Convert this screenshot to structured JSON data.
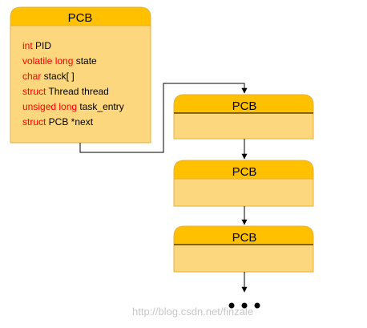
{
  "diagram": {
    "colors": {
      "header_fill": "#ffc000",
      "body_fill": "#fdd77d",
      "border": "#e5b13b",
      "arrow": "#000000",
      "keyword": "#ff0000",
      "identifier": "#000000",
      "watermark": "#c8c8c8"
    },
    "main_block": {
      "title": "PCB",
      "fields": [
        {
          "keyword": "int",
          "name": " PID"
        },
        {
          "keyword": "volatile long",
          "name": " state"
        },
        {
          "keyword": "char",
          "name": " stack[ ]"
        },
        {
          "keyword": "struct",
          "name": " Thread thread"
        },
        {
          "keyword": "unsiged long",
          "name": " task_entry"
        },
        {
          "keyword": "struct",
          "name": " PCB *next"
        }
      ]
    },
    "chain": [
      {
        "title": "PCB"
      },
      {
        "title": "PCB"
      },
      {
        "title": "PCB"
      }
    ],
    "continuation": "...",
    "watermark": "http://blog.csdn.net/finzale"
  }
}
